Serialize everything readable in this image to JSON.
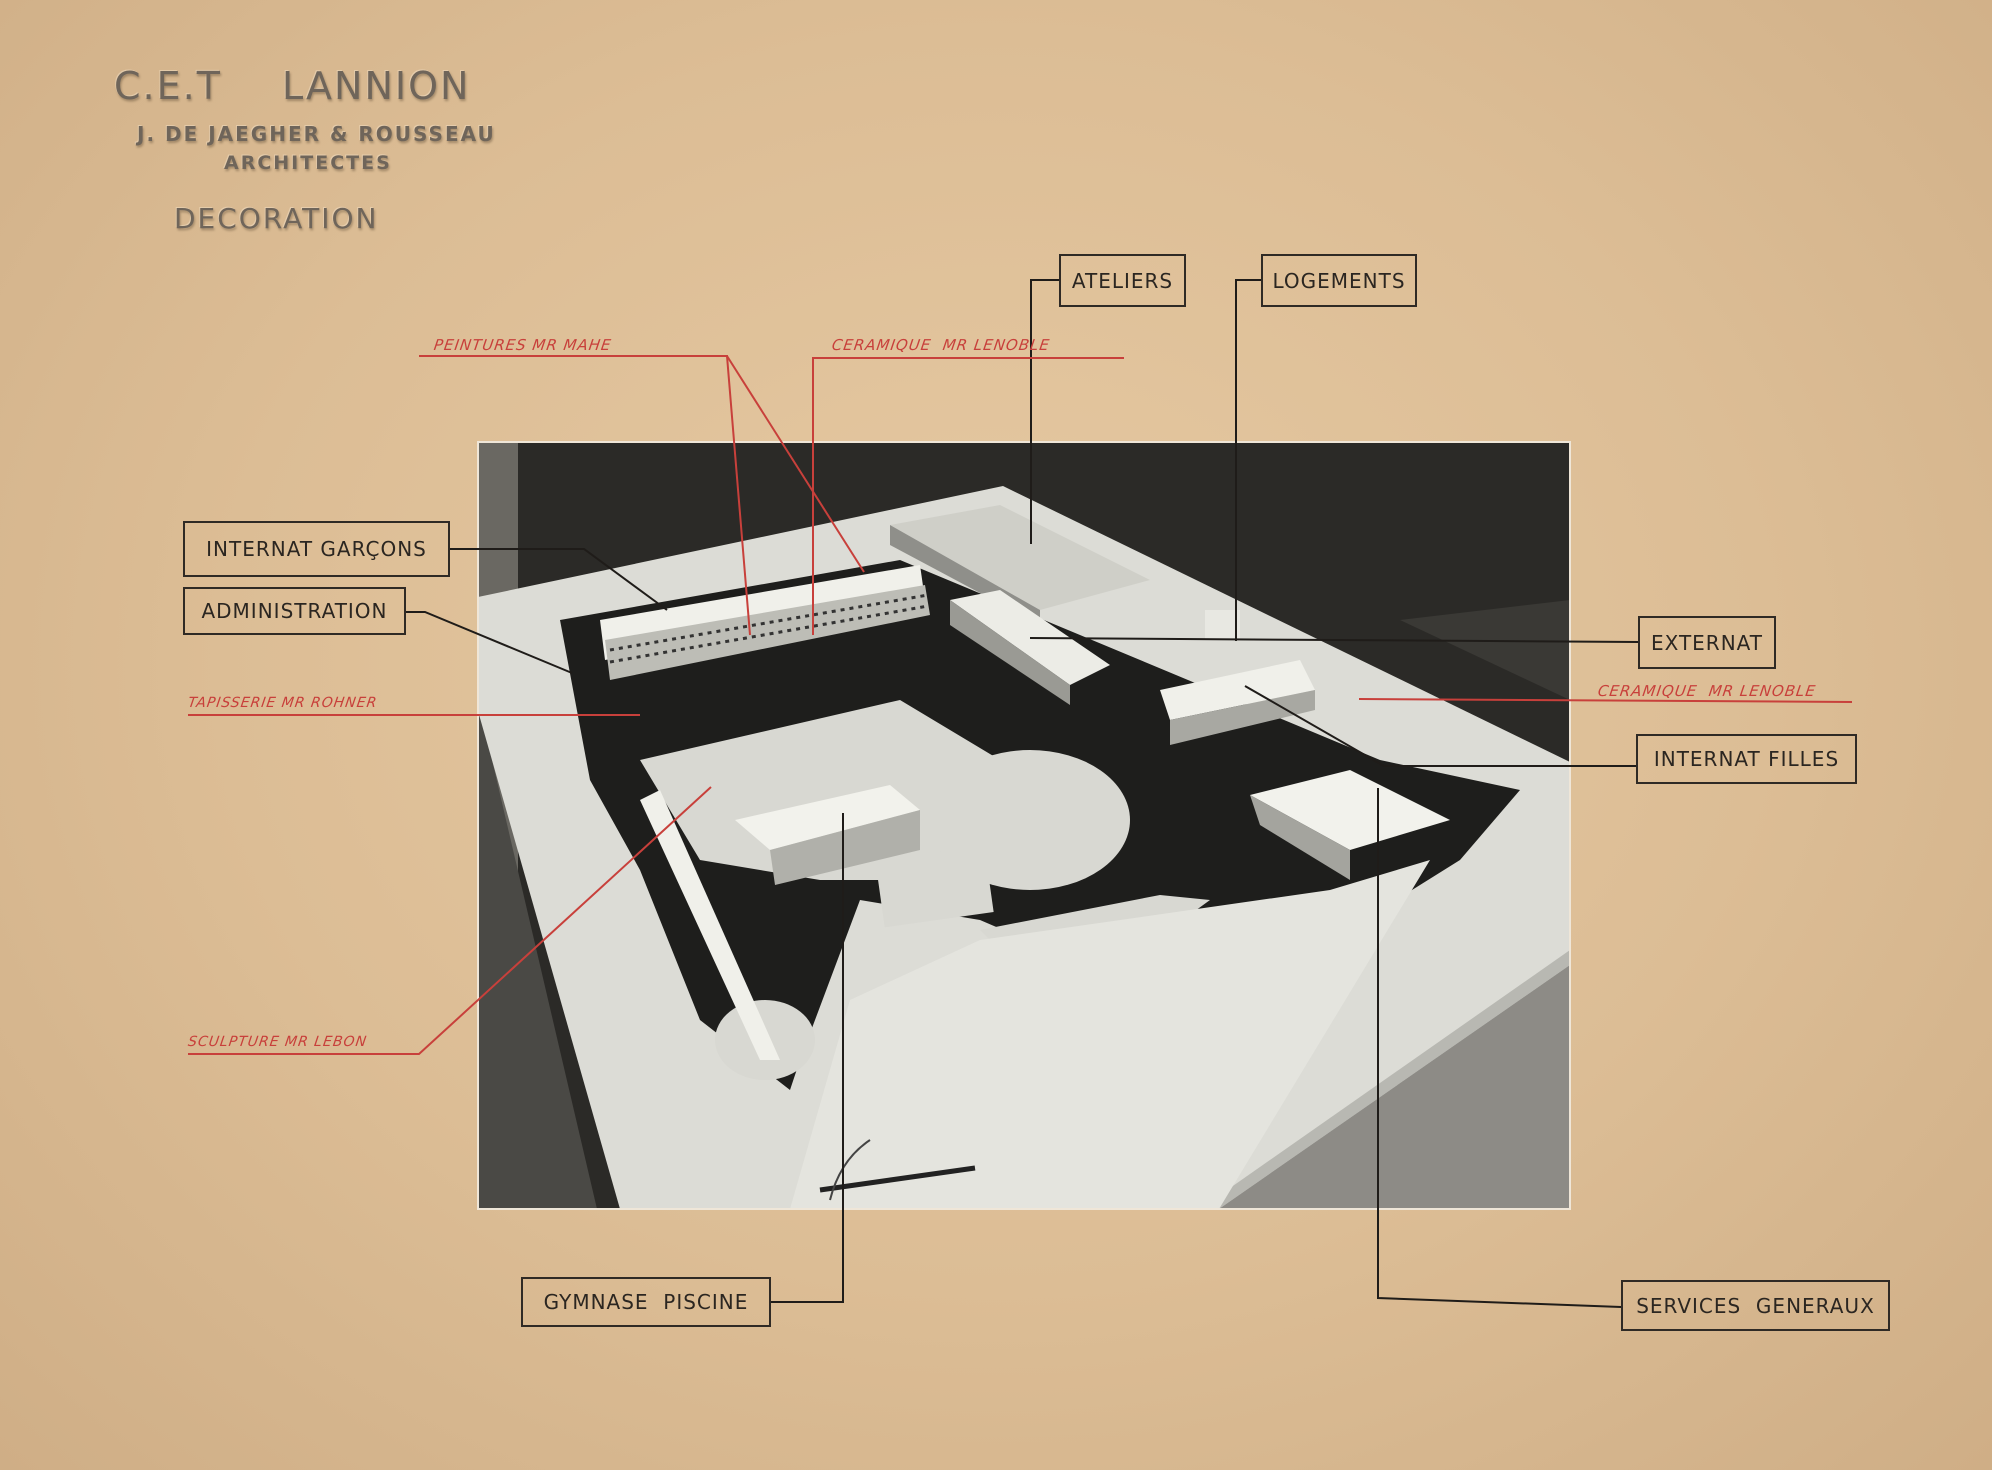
{
  "header": {
    "title": "C.E.T LANNION",
    "architects": "J. DE JAEGHER & ROUSSEAU",
    "architects_role": "ARCHITECTES",
    "subtitle": "DECORATION"
  },
  "building_labels": {
    "ateliers": "ATELIERS",
    "logements": "LOGEMENTS",
    "internat_garcons": "INTERNAT GARÇONS",
    "administration": "ADMINISTRATION",
    "externat": "EXTERNAT",
    "internat_filles": "INTERNAT FILLES",
    "gymnase_piscine": "GYMNASE  PISCINE",
    "services_generaux": "SERVICES  GENERAUX"
  },
  "decoration_labels": {
    "peintures": "PEINTURES MR MAHE",
    "ceramique_top": "CERAMIQUE  MR LENOBLE",
    "tapisserie": "TAPISSERIE MR ROHNER",
    "ceramique_right": "CERAMIQUE  MR LENOBLE",
    "sculpture": "SCULPTURE MR LEBON"
  },
  "colors": {
    "paper": "#dcbd95",
    "ink": "#2f2a25",
    "red_ink": "#c8403b"
  }
}
